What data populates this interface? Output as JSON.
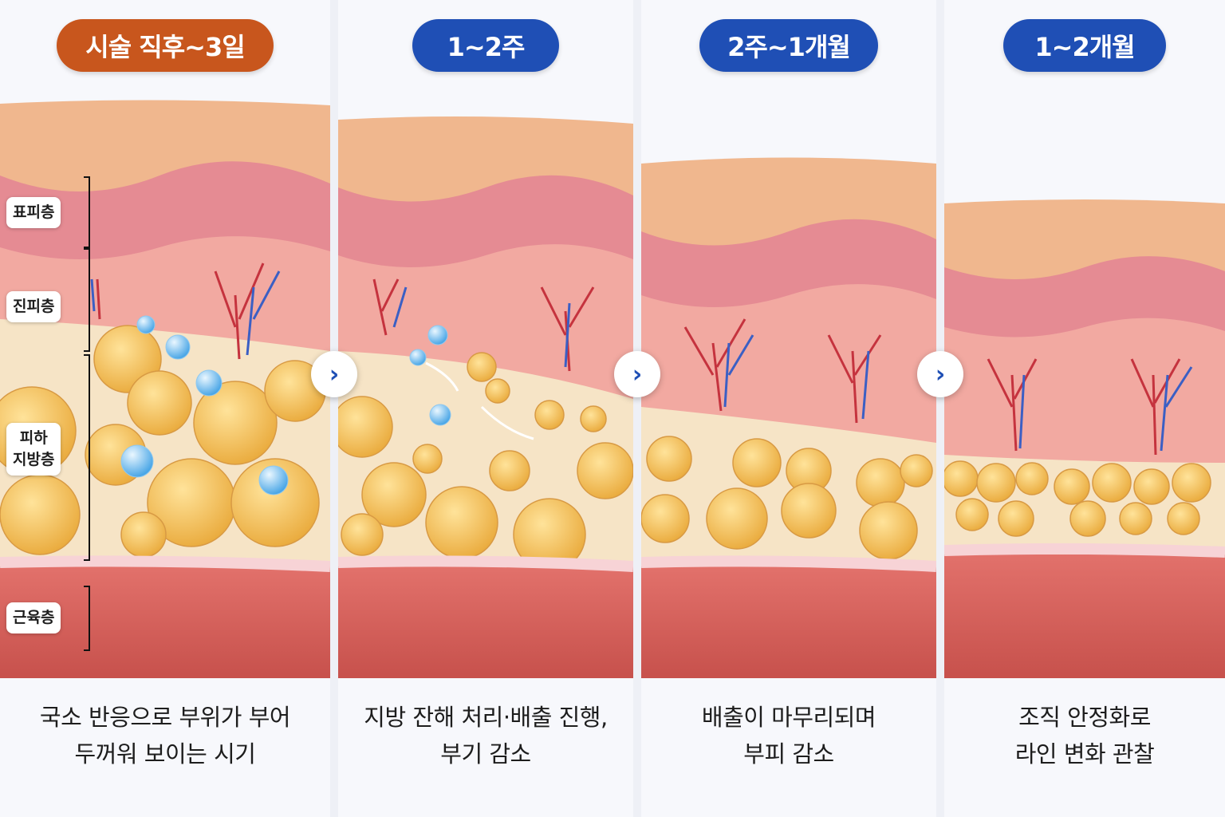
{
  "stages": [
    {
      "badge": "시술 직후~3일",
      "color": "#c8561d",
      "caption_line1": "국소 반응으로 부위가 부어",
      "caption_line2": "두꺼워 보이는 시기"
    },
    {
      "badge": "1~2주",
      "color": "#1f4fb5",
      "caption_line1": "지방 잔해 처리·배출 진행,",
      "caption_line2": "부기 감소"
    },
    {
      "badge": "2주~1개월",
      "color": "#1f4fb5",
      "caption_line1": "배출이 마무리되며",
      "caption_line2": "부피 감소"
    },
    {
      "badge": "1~2개월",
      "color": "#1f4fb5",
      "caption_line1": "조직 안정화로",
      "caption_line2": "라인 변화 관찰"
    }
  ],
  "layers": {
    "epidermis": "표피층",
    "dermis": "진피층",
    "fat_line1": "피하",
    "fat_line2": "지방층",
    "muscle": "근육층"
  },
  "arrow_icon": "chevron-right-icon"
}
